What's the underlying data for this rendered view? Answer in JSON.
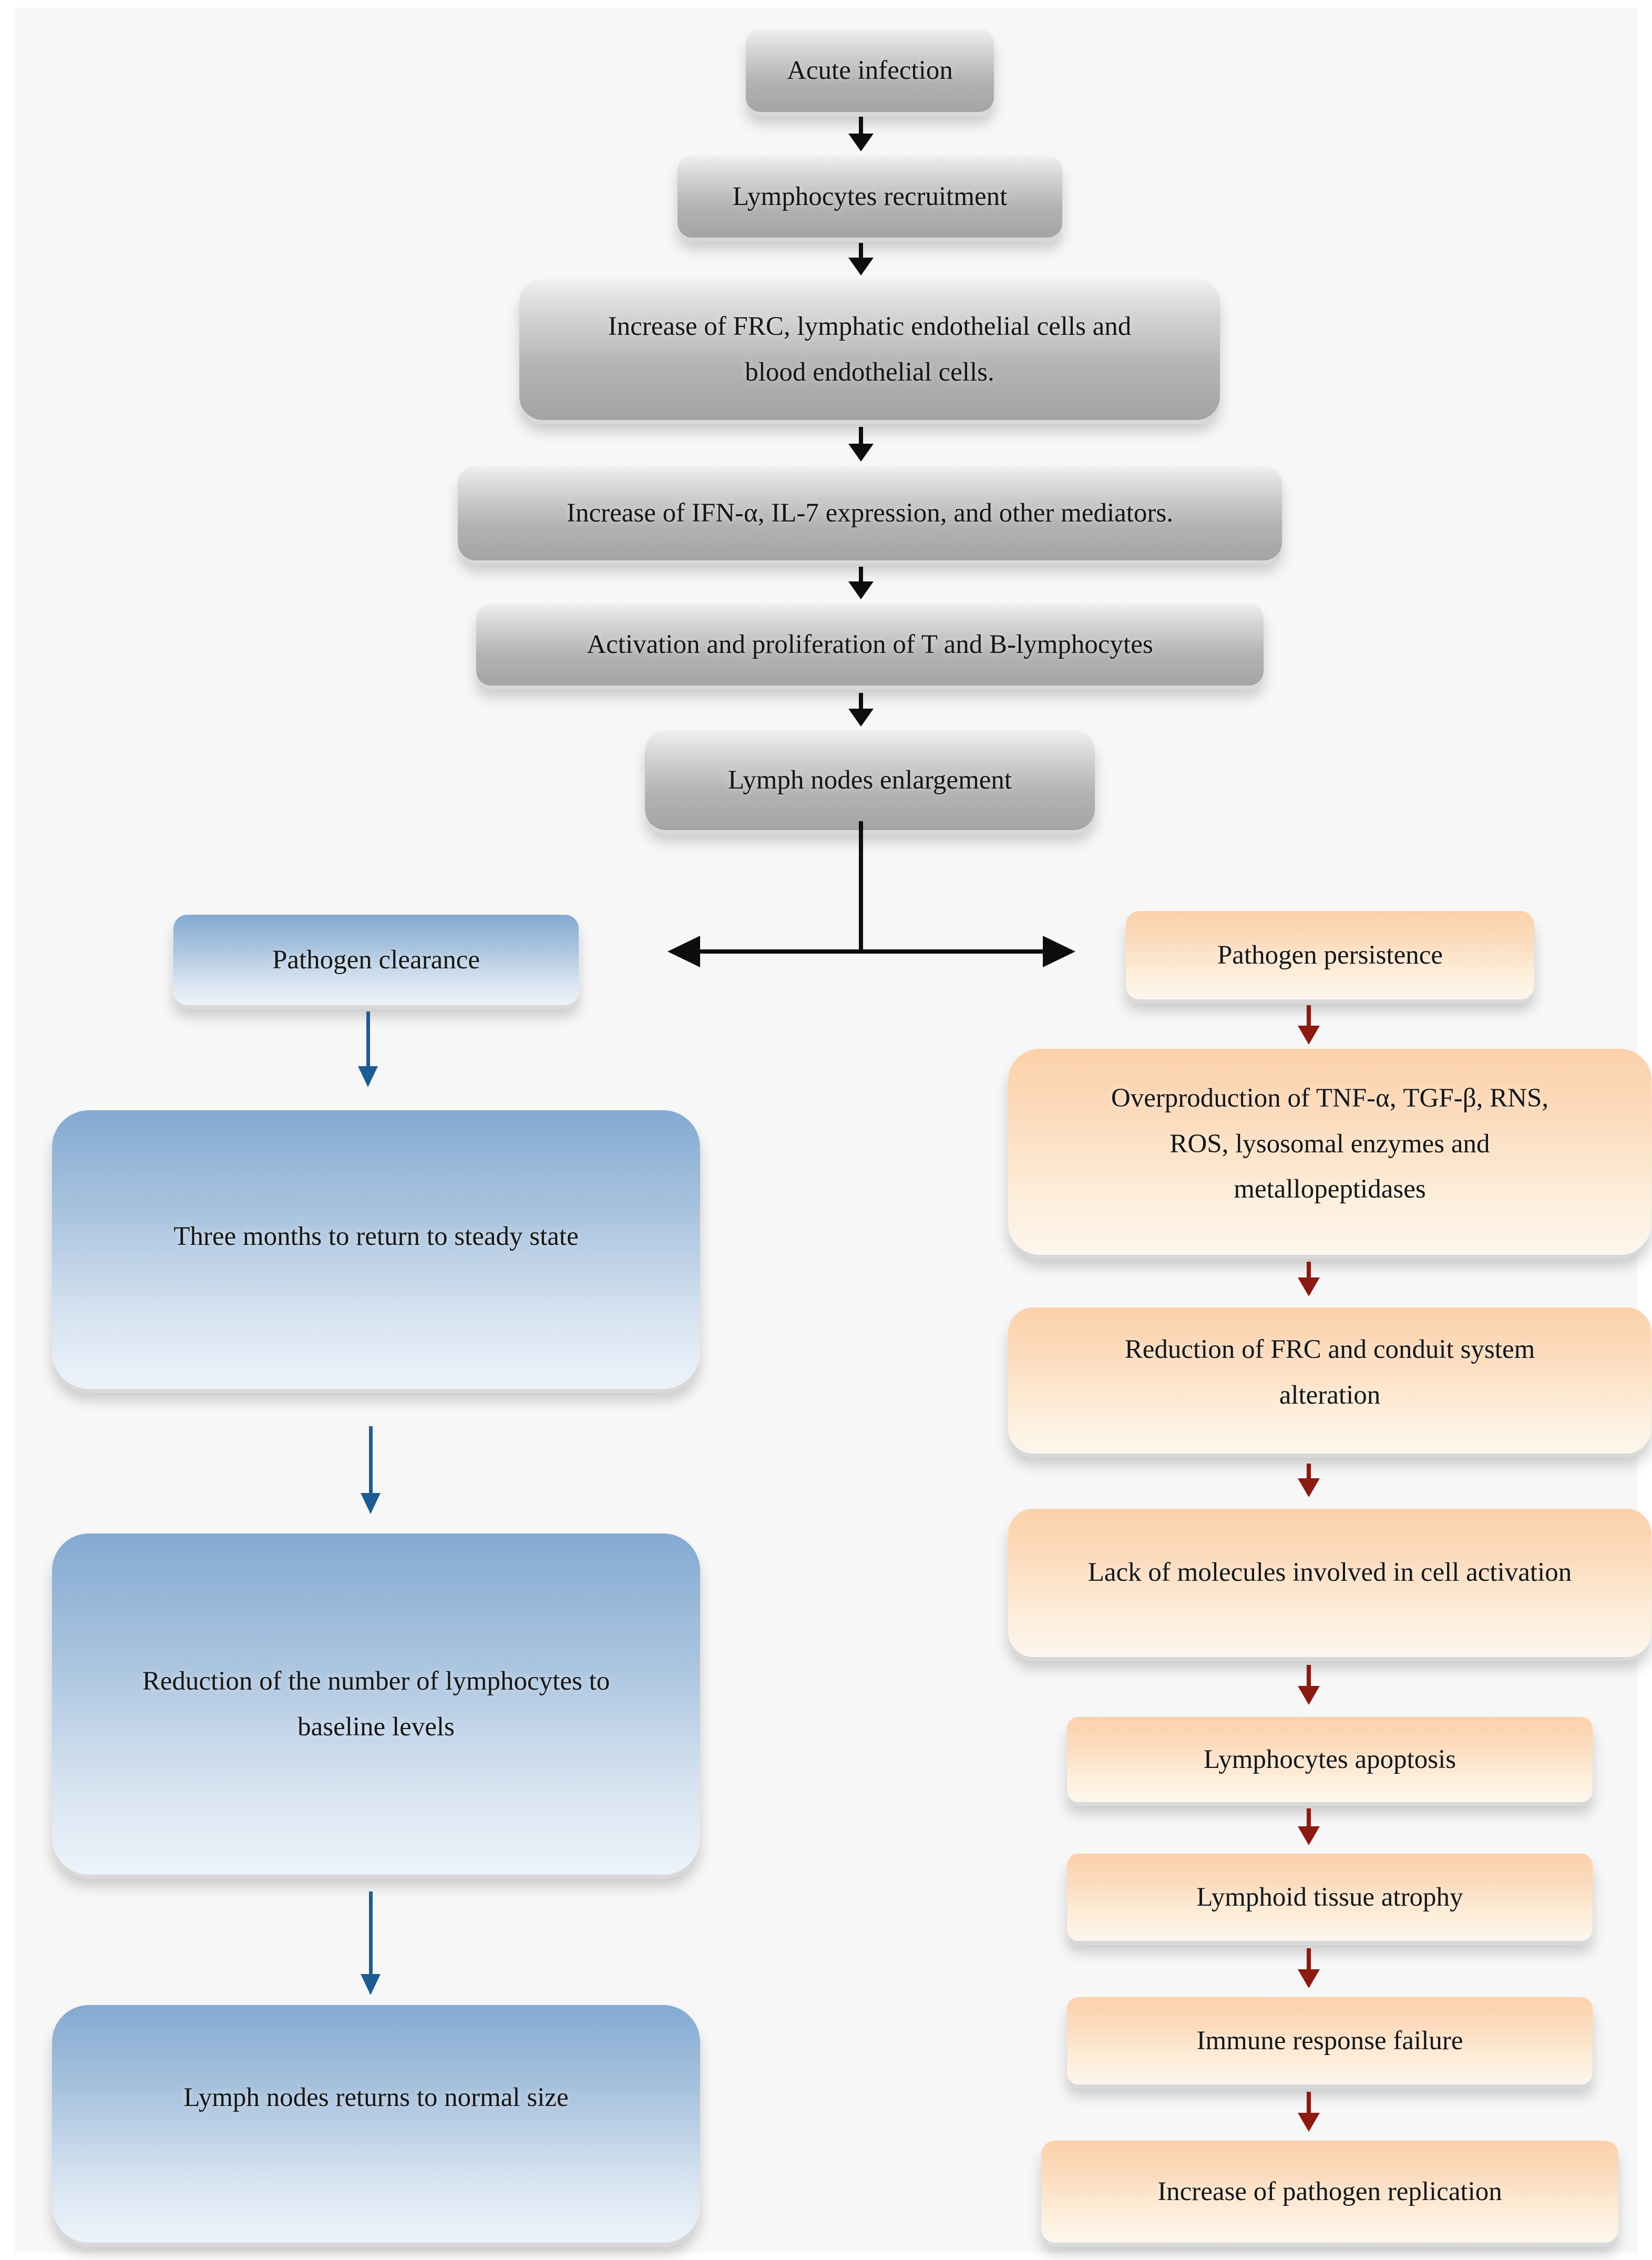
{
  "figure": {
    "type": "flowchart",
    "background": "#f7f7f8",
    "frame": "#ffffff"
  },
  "colors": {
    "gray_node_top": "#f0f0f0",
    "gray_node_bottom": "#a4a4a4",
    "blue_node_top": "#84aad2",
    "blue_node_bottom": "#edf3fa",
    "orange_node_top": "#fbd1ab",
    "orange_node_bottom": "#fdf6ee",
    "black_arrow": "#0d0d0d",
    "blue_arrow": "#1d5c92",
    "red_arrow": "#8b1a13",
    "text": "#161616",
    "shadow_rim": "#d9d9d9"
  },
  "chain": [
    {
      "label": "Acute infection"
    },
    {
      "label": "Lymphocytes recruitment"
    },
    {
      "label": "Increase of FRC, lymphatic endothelial cells and\nblood endothelial cells."
    },
    {
      "label": "Increase of IFN-α, IL-7 expression, and other mediators."
    },
    {
      "label": "Activation and proliferation of T and B-lymphocytes"
    },
    {
      "label": "Lymph nodes enlargement"
    }
  ],
  "left_branch": [
    {
      "label": "Pathogen clearance"
    },
    {
      "label": "Three months to return to steady state"
    },
    {
      "label": "Reduction of the number of lymphocytes to\nbaseline levels"
    },
    {
      "label": "Lymph nodes returns to normal size"
    }
  ],
  "right_branch": [
    {
      "label": "Pathogen persistence"
    },
    {
      "label": "Overproduction of TNF-α, TGF-β, RNS,\nROS, lysosomal enzymes and\nmetallopeptidases"
    },
    {
      "label": "Reduction of FRC and conduit system\nalteration"
    },
    {
      "label": "Lack of molecules involved in cell activation"
    },
    {
      "label": "Lymphocytes apoptosis"
    },
    {
      "label": "Lymphoid tissue atrophy"
    },
    {
      "label": "Immune response failure"
    },
    {
      "label": "Increase of pathogen replication"
    }
  ]
}
